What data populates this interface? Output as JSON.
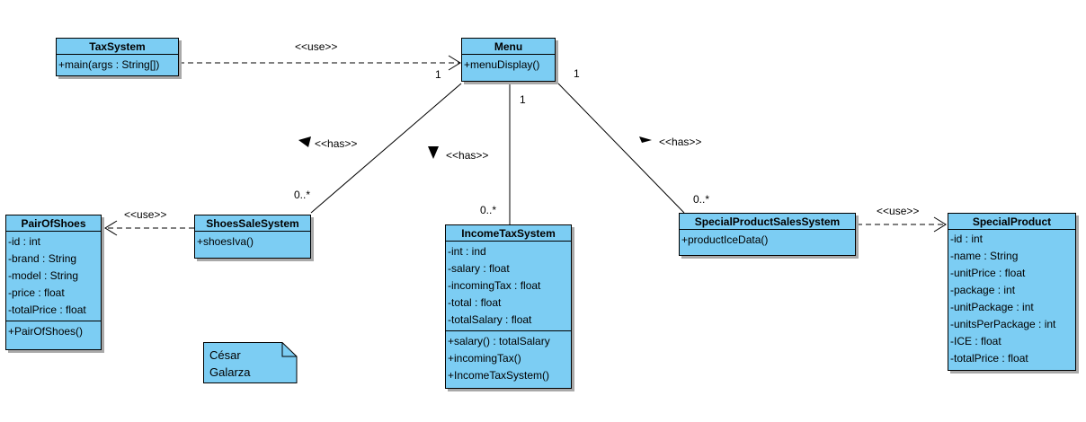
{
  "classes": {
    "tax_system": {
      "name": "TaxSystem",
      "attributes": [],
      "operations": [
        "+main(args : String[])"
      ]
    },
    "menu": {
      "name": "Menu",
      "attributes": [],
      "operations": [
        "+menuDisplay()"
      ]
    },
    "shoes_sale_system": {
      "name": "ShoesSaleSystem",
      "attributes": [],
      "operations": [
        "+shoesIva()"
      ]
    },
    "pair_of_shoes": {
      "name": "PairOfShoes",
      "attributes": [
        "-id : int",
        "-brand : String",
        "-model : String",
        "-price : float",
        "-totalPrice : float"
      ],
      "operations": [
        "+PairOfShoes()"
      ]
    },
    "income_tax_system": {
      "name": "IncomeTaxSystem",
      "attributes": [
        "-int : ind",
        "-salary : float",
        "-incomingTax : float",
        "-total : float",
        "-totalSalary : float"
      ],
      "operations": [
        "+salary() : totalSalary",
        "+incomingTax()",
        "+IncomeTaxSystem()"
      ]
    },
    "special_product_sales_system": {
      "name": "SpecialProductSalesSystem",
      "attributes": [],
      "operations": [
        "+productIceData()"
      ]
    },
    "special_product": {
      "name": "SpecialProduct",
      "attributes": [
        "-id : int",
        "-name : String",
        "-unitPrice : float",
        "-package : int",
        "-unitPackage : int",
        "-unitsPerPackage : int",
        "-ICE : float",
        "-totalPrice : float"
      ],
      "operations": []
    }
  },
  "relations": {
    "taxsystem_menu": {
      "stereotype": "<<use>>",
      "target_multiplicity": "1"
    },
    "menu_shoes": {
      "stereotype": "<<has>>",
      "target_multiplicity": "0..*"
    },
    "menu_income": {
      "stereotype": "<<has>>",
      "source_multiplicity": "1",
      "target_multiplicity": "0..*"
    },
    "menu_special": {
      "stereotype": "<<has>>",
      "source_multiplicity": "1",
      "target_multiplicity": "0..*"
    },
    "shoes_pair": {
      "stereotype": "<<use>>"
    },
    "special_product_use": {
      "stereotype": "<<use>>"
    }
  },
  "note": {
    "line1": "César",
    "line2": "Galarza"
  }
}
